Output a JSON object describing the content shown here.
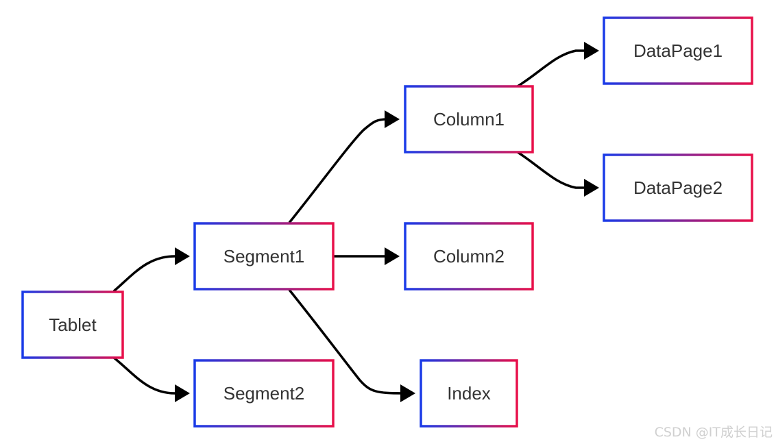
{
  "nodes": {
    "tablet": "Tablet",
    "segment1": "Segment1",
    "segment2": "Segment2",
    "column1": "Column1",
    "column2": "Column2",
    "index": "Index",
    "datapage1": "DataPage1",
    "datapage2": "DataPage2"
  },
  "edges": [
    {
      "from": "Tablet",
      "to": "Segment1"
    },
    {
      "from": "Tablet",
      "to": "Segment2"
    },
    {
      "from": "Segment1",
      "to": "Column1"
    },
    {
      "from": "Segment1",
      "to": "Column2"
    },
    {
      "from": "Segment1",
      "to": "Index"
    },
    {
      "from": "Column1",
      "to": "DataPage1"
    },
    {
      "from": "Column1",
      "to": "DataPage2"
    }
  ],
  "colors": {
    "border_gradient_start": "#1a3be8",
    "border_gradient_end": "#e8104a",
    "edge": "#000000",
    "text": "#333333",
    "watermark": "#d0d0d0"
  },
  "watermark": "CSDN @IT成长日记"
}
